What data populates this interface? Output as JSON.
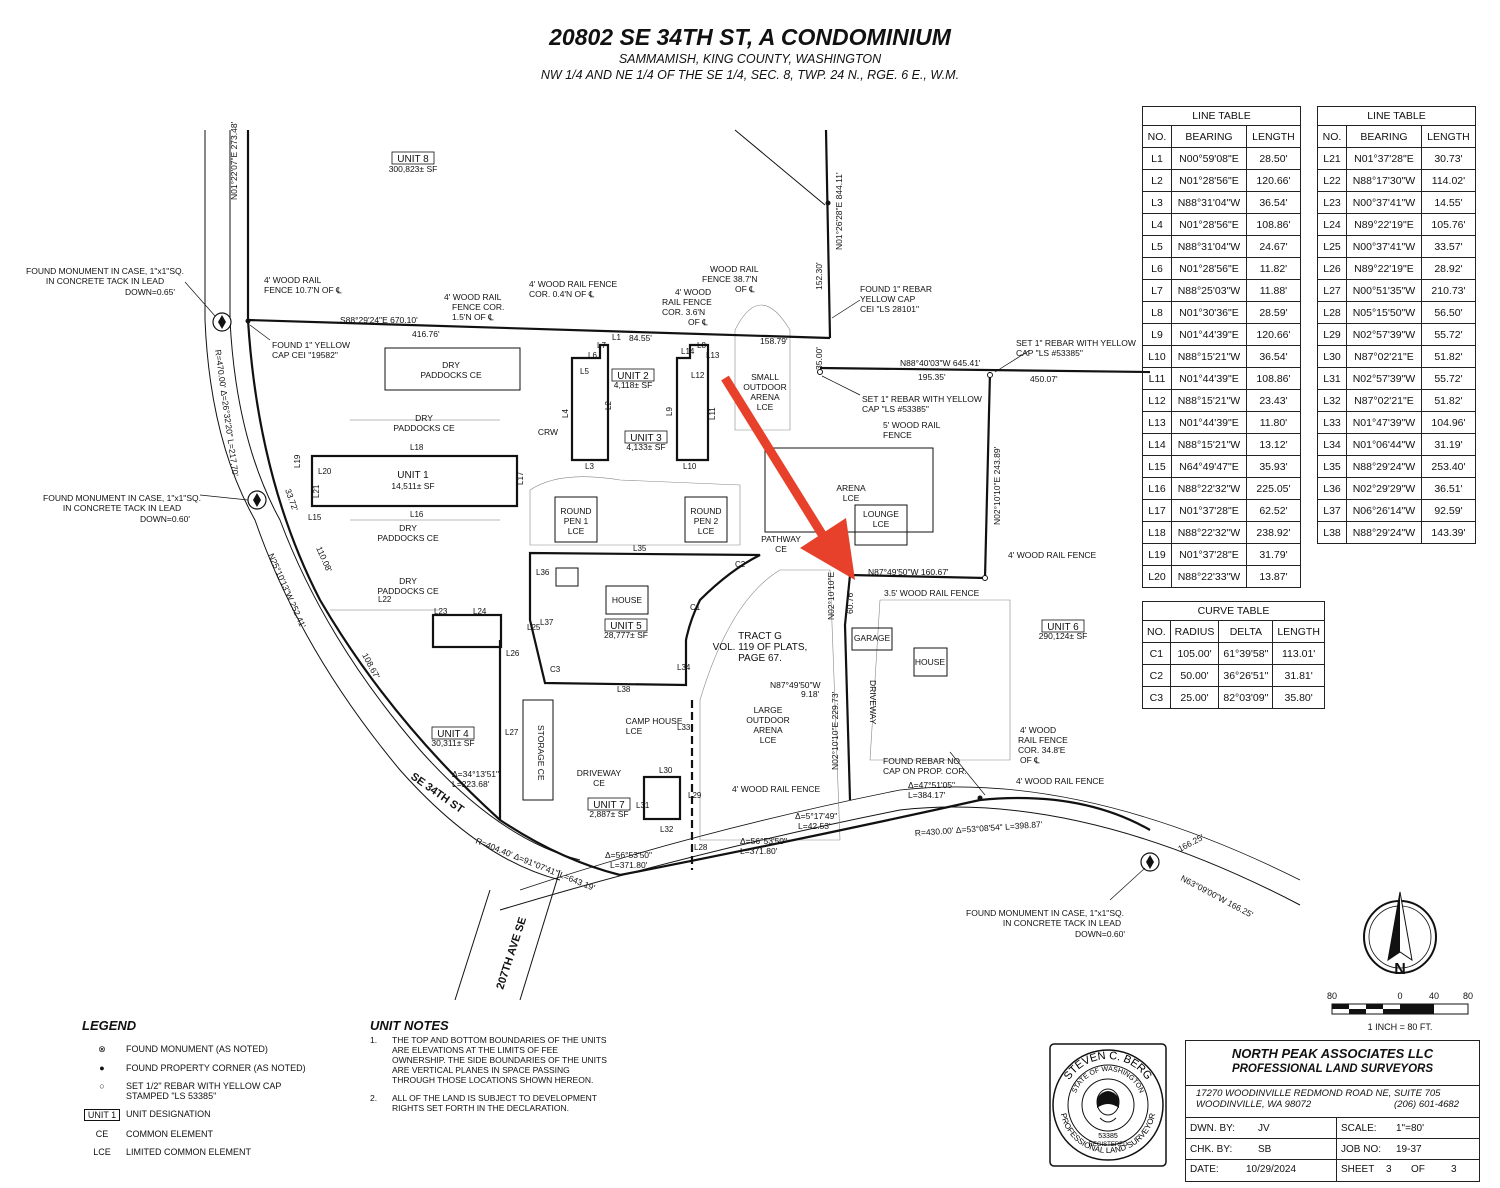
{
  "header": {
    "title": "20802 SE 34TH ST, A CONDOMINIUM",
    "subtitle1": "SAMMAMISH, KING COUNTY, WASHINGTON",
    "subtitle2": "NW 1/4 AND NE 1/4 OF THE SE 1/4, SEC. 8, TWP. 24 N., RGE. 6 E., W.M."
  },
  "line_table_1": {
    "caption": "LINE TABLE",
    "headers": [
      "NO.",
      "BEARING",
      "LENGTH"
    ],
    "rows": [
      [
        "L1",
        "N00°59'08\"E",
        "28.50'"
      ],
      [
        "L2",
        "N01°28'56\"E",
        "120.66'"
      ],
      [
        "L3",
        "N88°31'04\"W",
        "36.54'"
      ],
      [
        "L4",
        "N01°28'56\"E",
        "108.86'"
      ],
      [
        "L5",
        "N88°31'04\"W",
        "24.67'"
      ],
      [
        "L6",
        "N01°28'56\"E",
        "11.82'"
      ],
      [
        "L7",
        "N88°25'03\"W",
        "11.88'"
      ],
      [
        "L8",
        "N01°30'36\"E",
        "28.59'"
      ],
      [
        "L9",
        "N01°44'39\"E",
        "120.66'"
      ],
      [
        "L10",
        "N88°15'21\"W",
        "36.54'"
      ],
      [
        "L11",
        "N01°44'39\"E",
        "108.86'"
      ],
      [
        "L12",
        "N88°15'21\"W",
        "23.43'"
      ],
      [
        "L13",
        "N01°44'39\"E",
        "11.80'"
      ],
      [
        "L14",
        "N88°15'21\"W",
        "13.12'"
      ],
      [
        "L15",
        "N64°49'47\"E",
        "35.93'"
      ],
      [
        "L16",
        "N88°22'32\"W",
        "225.05'"
      ],
      [
        "L17",
        "N01°37'28\"E",
        "62.52'"
      ],
      [
        "L18",
        "N88°22'32\"W",
        "238.92'"
      ],
      [
        "L19",
        "N01°37'28\"E",
        "31.79'"
      ],
      [
        "L20",
        "N88°22'33\"W",
        "13.87'"
      ]
    ]
  },
  "line_table_2": {
    "caption": "LINE TABLE",
    "headers": [
      "NO.",
      "BEARING",
      "LENGTH"
    ],
    "rows": [
      [
        "L21",
        "N01°37'28\"E",
        "30.73'"
      ],
      [
        "L22",
        "N88°17'30\"W",
        "114.02'"
      ],
      [
        "L23",
        "N00°37'41\"W",
        "14.55'"
      ],
      [
        "L24",
        "N89°22'19\"E",
        "105.76'"
      ],
      [
        "L25",
        "N00°37'41\"W",
        "33.57'"
      ],
      [
        "L26",
        "N89°22'19\"E",
        "28.92'"
      ],
      [
        "L27",
        "N00°51'35\"W",
        "210.73'"
      ],
      [
        "L28",
        "N05°15'50\"W",
        "56.50'"
      ],
      [
        "L29",
        "N02°57'39\"W",
        "55.72'"
      ],
      [
        "L30",
        "N87°02'21\"E",
        "51.82'"
      ],
      [
        "L31",
        "N02°57'39\"W",
        "55.72'"
      ],
      [
        "L32",
        "N87°02'21\"E",
        "51.82'"
      ],
      [
        "L33",
        "N01°47'39\"W",
        "104.96'"
      ],
      [
        "L34",
        "N01°06'44\"W",
        "31.19'"
      ],
      [
        "L35",
        "N88°29'24\"W",
        "253.40'"
      ],
      [
        "L36",
        "N02°29'29\"W",
        "36.51'"
      ],
      [
        "L37",
        "N06°26'14\"W",
        "92.59'"
      ],
      [
        "L38",
        "N88°29'24\"W",
        "143.39'"
      ]
    ]
  },
  "curve_table": {
    "caption": "CURVE TABLE",
    "headers": [
      "NO.",
      "RADIUS",
      "DELTA",
      "LENGTH"
    ],
    "rows": [
      [
        "C1",
        "105.00'",
        "61°39'58\"",
        "113.01'"
      ],
      [
        "C2",
        "50.00'",
        "36°26'51\"",
        "31.81'"
      ],
      [
        "C3",
        "25.00'",
        "82°03'09\"",
        "35.80'"
      ]
    ]
  },
  "map": {
    "unit8": "UNIT 8",
    "unit8_sf": "300,823± SF",
    "unit1": "UNIT 1",
    "unit1_sf": "14,511± SF",
    "unit2": "UNIT 2",
    "unit2_sf": "4,118± SF",
    "unit3": "UNIT 3",
    "unit3_sf": "4,133± SF",
    "unit4": "UNIT 4",
    "unit4_sf": "30,311± SF",
    "unit5": "UNIT 5",
    "unit5_sf": "28,777± SF",
    "unit6": "UNIT 6",
    "unit6_sf": "290,124± SF",
    "unit7": "UNIT 7",
    "unit7_sf": "2,887± SF",
    "dry_paddocks": "DRY",
    "paddocks_ce": "PADDOCKS CE",
    "round_pen1": "ROUND",
    "round_pen1b": "PEN 1",
    "lce": "LCE",
    "round_pen2b": "PEN 2",
    "arena": "ARENA",
    "lounge": "LOUNGE",
    "small_outdoor1": "SMALL",
    "small_outdoor2": "OUTDOOR",
    "small_outdoor3": "ARENA",
    "tract_g1": "TRACT G",
    "tract_g2": "VOL. 119 OF PLATS,",
    "tract_g3": "PAGE 67.",
    "large1": "LARGE",
    "large2": "OUTDOOR",
    "large3": "ARENA",
    "house": "HOUSE",
    "garage": "GARAGE",
    "driveway": "DRIVEWAY",
    "camp_house": "CAMP HOUSE",
    "driveway_ce": "DRIVEWAY",
    "ce": "CE",
    "storage_ce": "STORAGE CE",
    "pathway": "PATHWAY",
    "crw": "CRW",
    "street_main": "SE 34TH ST",
    "street_207": "207TH AVE SE",
    "mon1": "FOUND MONUMENT IN CASE, 1\"x1\"SQ.",
    "mon1b": "IN CONCRETE TACK IN LEAD",
    "mon1c": "DOWN=0.65'",
    "mon2": "FOUND MONUMENT IN CASE, 1\"x1\"SQ.",
    "mon2b": "IN CONCRETE TACK IN LEAD",
    "mon2c": "DOWN=0.60'",
    "mon3": "FOUND MONUMENT IN CASE, 1\"x1\"SQ.",
    "mon3b": "IN CONCRETE TACK IN LEAD",
    "mon3c": "DOWN=0.60'",
    "rebar1": "FOUND 1\" YELLOW",
    "rebar1b": "CAP CEI \"19582\"",
    "rebar2": "FOUND 1\" REBAR",
    "rebar2b": "YELLOW CAP",
    "rebar2c": "CEI \"LS 28101\"",
    "rebar3": "SET 1\" REBAR WITH YELLOW",
    "rebar3b": "CAP \"LS #53385\"",
    "rebar4": "SET 1\" REBAR WITH YELLOW",
    "rebar4b": "CAP \"LS #53385\"",
    "rebar5": "FOUND REBAR NO",
    "rebar5b": "CAP ON PROP. COR.",
    "fence1": "4' WOOD RAIL",
    "fence1b": "FENCE 10.7'N OF ℄",
    "fence2": "4' WOOD RAIL",
    "fence2b": "FENCE COR.",
    "fence2c": "1.5'N OF ℄",
    "fence3": "4' WOOD RAIL FENCE",
    "fence3b": "COR. 0.4'N OF ℄",
    "fence4": "4' WOOD",
    "fence4b": "RAIL FENCE",
    "fence4c": "COR. 3.6'N",
    "fence4d": "OF ℄",
    "fence5": "WOOD RAIL",
    "fence5b": "FENCE 38.7'N",
    "fence5c": "OF ℄",
    "fence6": "5' WOOD RAIL",
    "fence6b": "FENCE",
    "fence7": "4' WOOD RAIL FENCE",
    "fence8": "3.5' WOOD RAIL FENCE",
    "fence9": "4' WOOD RAIL FENCE",
    "fence10": "4' WOOD",
    "fence10b": "RAIL FENCE",
    "fence10c": "COR. 34.8'E",
    "fence10d": "OF ℄",
    "fence11": "4' WOOD RAIL FENCE",
    "d1": "S88°29'24\"E  670.10'",
    "d2": "416.76'",
    "d3": "84.55'",
    "d4": "158.79'",
    "d5": "N88°40'03\"W  645.41'",
    "d6": "195.35'",
    "d7": "450.07'",
    "d8": "N87°49'50\"W  160.67'",
    "d9": "N87°49'50\"W",
    "d10": "9.18'",
    "d11": "N02°10'10\"E  243.89'",
    "d12": "N02°10'10\"E",
    "d13": "60.76'",
    "d14": "N02°10'10\"E  229.73'",
    "d15": "N01°26'28\"E  844.11'",
    "d16": "152.30'",
    "d17": "35.00'",
    "d18": "N01°22'07\"E  273.48'",
    "d19": "R=470.00'  Δ=26°32'20\"  L=217.70'",
    "d20": "N25°10'13\"W  252.41'",
    "d21": "110.08'",
    "d22": "33.72'",
    "d23": "108.67'",
    "d24": "Δ=34°13'51\"",
    "d25": "L=223.68'",
    "d26": "R=404.40'  Δ=91°07'41\"  L=643.19'",
    "d27": "Δ=56°53'50\"",
    "d28": "L=371.80'",
    "d29": "Δ=56°53'50\"",
    "d30": "L=371.80'",
    "d31": "Δ=5°17'49\"",
    "d32": "L=42.53'",
    "d33": "Δ=47°51'05\"",
    "d34": "L=384.17'",
    "d35": "R=430.00'  Δ=53°08'54\"  L=398.87'",
    "d36": "166.25'",
    "d37": "N63°09'00\"W  166.25'"
  },
  "north_arrow": {
    "letter": "N"
  },
  "scale_bar": {
    "t1": "80",
    "t2": "0",
    "t3": "40",
    "t4": "80",
    "caption": "1 INCH = 80  FT."
  },
  "legend": {
    "heading": "LEGEND",
    "items": [
      {
        "label": "FOUND MONUMENT (AS NOTED)"
      },
      {
        "label": "FOUND PROPERTY CORNER (AS NOTED)"
      },
      {
        "label": "SET 1/2\" REBAR WITH YELLOW CAP",
        "label2": "STAMPED \"LS 53385\""
      },
      {
        "sym": "UNIT 1",
        "label": "UNIT DESIGNATION"
      },
      {
        "sym": "CE",
        "label": "COMMON ELEMENT"
      },
      {
        "sym": "LCE",
        "label": "LIMITED COMMON ELEMENT"
      }
    ]
  },
  "unit_notes": {
    "heading": "UNIT NOTES",
    "n1": "1.",
    "n1_lines": [
      "THE TOP AND BOTTOM BOUNDARIES OF THE UNITS",
      "ARE ELEVATIONS AT THE LIMITS OF FEE",
      "OWNERSHIP.  THE SIDE BOUNDARIES OF THE UNITS",
      "ARE VERTICAL PLANES IN SPACE PASSING",
      "THROUGH THOSE LOCATIONS SHOWN HEREON."
    ],
    "n2": "2.",
    "n2_lines": [
      "ALL OF THE LAND IS SUBJECT TO DEVELOPMENT",
      "RIGHTS SET FORTH IN THE DECLARATION."
    ]
  },
  "seal": {
    "name": "STEVEN C. BERG",
    "state": "STATE OF WASHINGTON",
    "profession": "PROFESSIONAL LAND SURVEYOR",
    "number": "53385",
    "registered": "REGISTERED"
  },
  "title_block": {
    "firm": "NORTH PEAK ASSOCIATES LLC",
    "firm_sub": "PROFESSIONAL LAND SURVEYORS",
    "address": "17270 WOODINVILLE REDMOND ROAD NE, SUITE 705",
    "city": "WOODINVILLE, WA  98072",
    "phone": "(206) 601-4682",
    "dwn_label": "DWN. BY:",
    "dwn": "JV",
    "scale_label": "SCALE:",
    "scale": "1\"=80'",
    "chk_label": "CHK. BY:",
    "chk": "SB",
    "job_label": "JOB NO:",
    "job": "19-37",
    "date_label": "DATE:",
    "date": "10/29/2024",
    "sheet_label": "SHEET",
    "sheet": "3",
    "of_label": "OF",
    "of": "3"
  },
  "colors": {
    "arrow": "#e8412b",
    "line": "#111111"
  }
}
